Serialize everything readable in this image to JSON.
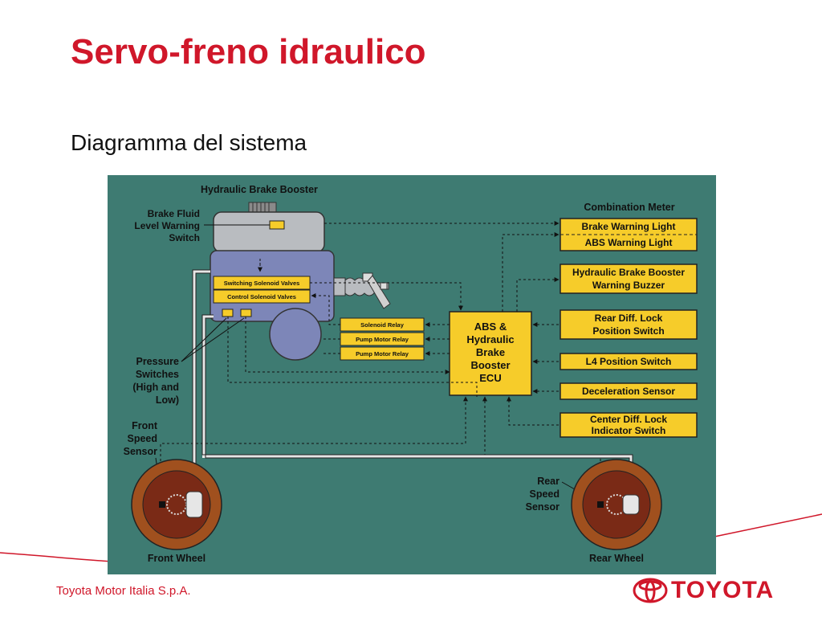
{
  "slide": {
    "title": "Servo-freno idraulico",
    "subtitle": "Diagramma del sistema"
  },
  "diagram": {
    "booster_title": "Hydraulic Brake Booster",
    "brake_fluid_switch": [
      "Brake Fluid",
      "Level Warning",
      "Switch"
    ],
    "switching_valves": "Switching Solenoid Valves",
    "control_valves": "Control Solenoid Valves",
    "relays": [
      "Solenoid Relay",
      "Pump Motor Relay",
      "Pump Motor Relay"
    ],
    "ecu": [
      "ABS &",
      "Hydraulic",
      "Brake",
      "Booster",
      "ECU"
    ],
    "combination_meter": "Combination Meter",
    "brake_warning_light": "Brake Warning Light",
    "abs_warning_light": "ABS Warning Light",
    "buzzer": [
      "Hydraulic Brake Booster",
      "Warning Buzzer"
    ],
    "rear_diff_lock": [
      "Rear Diff. Lock",
      "Position Switch"
    ],
    "l4_switch": "L4 Position Switch",
    "decel_sensor": "Deceleration Sensor",
    "center_diff_lock": [
      "Center Diff. Lock",
      "Indicator Switch"
    ],
    "pressure_switches": [
      "Pressure",
      "Switches",
      "(High and",
      "Low)"
    ],
    "front_speed_sensor": [
      "Front",
      "Speed",
      "Sensor"
    ],
    "rear_speed_sensor": [
      "Rear",
      "Speed",
      "Sensor"
    ],
    "front_wheel": "Front Wheel",
    "rear_wheel": "Rear Wheel"
  },
  "footer": {
    "company": "Toyota Motor Italia S.p.A.",
    "brand": "TOYOTA"
  },
  "colors": {
    "title": "#d0172a",
    "panel": "#3e7b72",
    "box": "#f6cc2a"
  }
}
